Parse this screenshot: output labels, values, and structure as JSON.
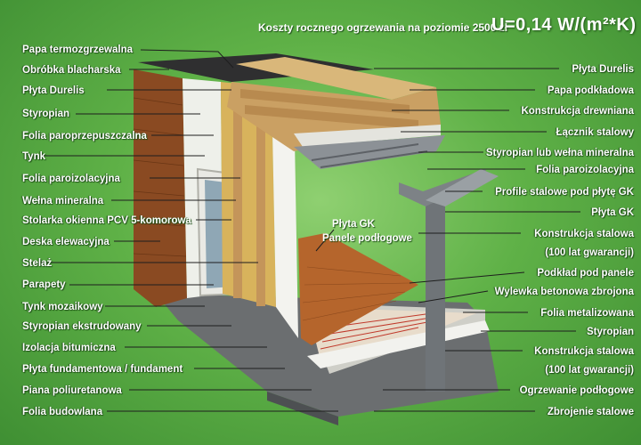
{
  "header": {
    "cost_text": "Koszty rocznego ogrzewania na poziomie 2500 zł",
    "u_value": "U=0,14 W/(m²*K)"
  },
  "labels_left": [
    "Papa termozgrzewalna",
    "Obróbka blacharska",
    "Płyta Durelis",
    "Styropian",
    "Folia paroprzepuszczalna",
    "Tynk",
    "Folia paroizolacyjna",
    "Wełna mineralna",
    "Stolarka okienna PCV 5-komorowa",
    "Deska elewacyjna",
    "Stelaż",
    "Parapety",
    "Tynk mozaikowy",
    "Styropian ekstrudowany",
    "Izolacja bitumiczna",
    "Płyta fundamentowa / fundament",
    "Piana poliuretanowa",
    "Folia budowlana"
  ],
  "labels_right": [
    "Płyta Durelis",
    "Papa podkładowa",
    "Konstrukcja drewniana",
    "Łącznik stalowy",
    "Styropian lub wełna mineralna",
    "Folia paroizolacyjna",
    "Profile stalowe pod płytę GK",
    "Płyta GK",
    "Konstrukcja stalowa",
    "(100 lat gwarancji)",
    "Podkład pod panele",
    "Wylewka betonowa zbrojona",
    "Folia metalizowana",
    "Styropian",
    "Konstrukcja stalowa",
    "(100 lat gwarancji)",
    "Ogrzewanie podłogowe",
    "Zbrojenie stalowe"
  ],
  "labels_middle": [
    "Płyta GK",
    "Panele podłogowe"
  ],
  "colors": {
    "background": "#5fb147",
    "wood_facade": "#8a4a22",
    "timber": "#d9b77a",
    "steel": "#6f7478",
    "insulation": "#eef0ea",
    "floor_panels": "#b5652c"
  }
}
